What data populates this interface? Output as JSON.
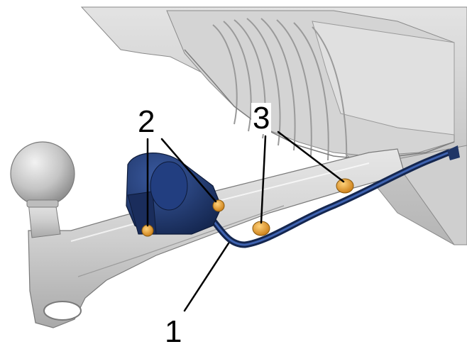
{
  "callouts": {
    "c1": "1",
    "c2": "2",
    "c3": "3"
  },
  "parts": {
    "tow_bar": {
      "name": "tow-bar",
      "color": "#c9c9c9"
    },
    "wiring_harness": {
      "name": "wiring-harness",
      "color": "#1d3a78"
    },
    "socket": {
      "name": "trailer-socket",
      "color": "#1f3566"
    },
    "fasteners": {
      "name": "cable-clip",
      "color": "#e39a2b"
    }
  }
}
